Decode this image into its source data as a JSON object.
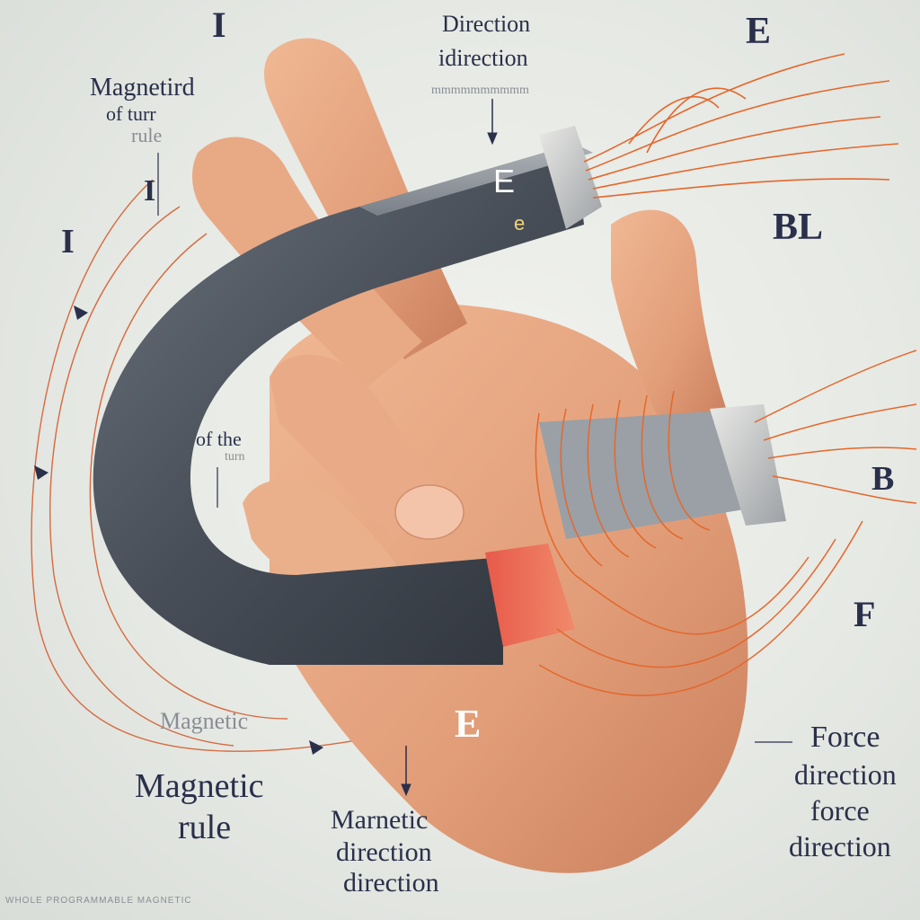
{
  "labels": {
    "top_I": "I",
    "top_E": "E",
    "direction_title": "Direction",
    "direction_sub": "idirection",
    "direction_garbled": "mmmmmmmmmm",
    "magnetic_top": "Magnetird",
    "of_turn": "of turr",
    "rule_top": "rule",
    "left_I_upper": "I",
    "left_I_lower": "I",
    "magnet_E_top": "E",
    "magnet_e_small": "e",
    "right_BL": "BL",
    "of_the_turn": "of the",
    "turn_small": "turn",
    "right_B": "B",
    "right_F": "F",
    "bottom_E": "E",
    "magnetic_faded": "Magnetic",
    "magnetic_rule_1": "Magnetic",
    "magnetic_rule_2": "rule",
    "marnetic_1": "Marnetic",
    "marnetic_2": "direction",
    "marnetic_3": "direction",
    "force_1": "Force",
    "force_2": "direction",
    "force_3": "force",
    "force_4": "direction",
    "bottom_caption": "WHOLE PROGRAMMABLE MAGNETIC"
  },
  "colors": {
    "background": "#e6e9e4",
    "text": "#2a2f4a",
    "wire": "#e0642c",
    "magnet_body": "#4a525c",
    "magnet_pole": "#e0604a",
    "skin": "#e3a27f"
  },
  "icons": {
    "arrow": "arrow-down-icon",
    "wire": "wire-bundle-icon"
  }
}
